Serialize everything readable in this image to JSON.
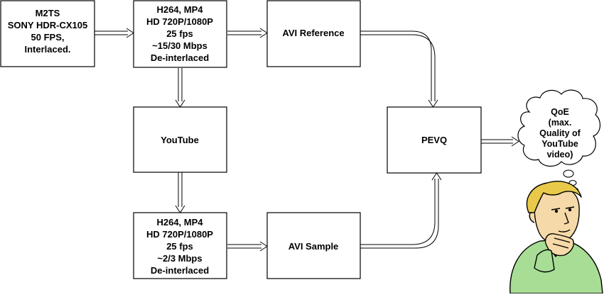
{
  "diagram": {
    "nodes": {
      "source": {
        "lines": [
          "M2TS",
          "SONY HDR-CX105",
          "50 FPS,",
          "Interlaced."
        ]
      },
      "encode_hd": {
        "lines": [
          "H264, MP4",
          "HD 720P/1080P",
          "25 fps",
          "~15/30 Mbps",
          "De-interlaced"
        ]
      },
      "avi_reference": {
        "lines": [
          "AVI Reference"
        ]
      },
      "youtube": {
        "lines": [
          "YouTube"
        ]
      },
      "pevq": {
        "lines": [
          "PEVQ"
        ]
      },
      "encode_sample": {
        "lines": [
          "H264, MP4",
          "HD 720P/1080P",
          "25 fps",
          "~2/3 Mbps",
          "De-interlaced"
        ]
      },
      "avi_sample": {
        "lines": [
          "AVI Sample"
        ]
      },
      "qoe_cloud": {
        "lines": [
          "QoE",
          "(max.",
          "Quality of",
          "YouTube",
          "video)"
        ]
      }
    },
    "colors": {
      "box_fill": "#ffffff",
      "stroke": "#000000",
      "skin": "#f6d9a8",
      "hair": "#e9c94a",
      "shirt": "#a8dd95"
    },
    "icons": {
      "thinking_person": "thinking-person-icon"
    }
  }
}
